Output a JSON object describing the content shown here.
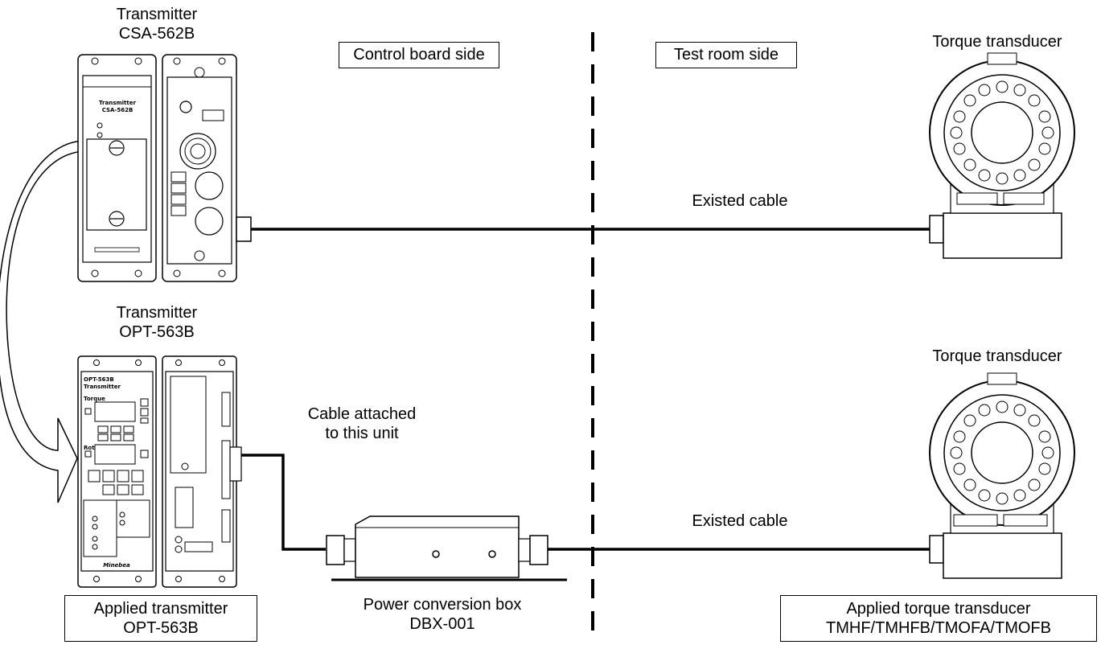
{
  "side_labels": {
    "control_board": "Control board side",
    "test_room": "Test room side"
  },
  "old_setup": {
    "transmitter_line1": "Transmitter",
    "transmitter_line2": "CSA-562B",
    "cable_label": "Existed cable",
    "transducer_label": "Torque transducer"
  },
  "new_setup": {
    "transmitter_line1": "Transmitter",
    "transmitter_line2": "OPT-563B",
    "attached_cable_line1": "Cable attached",
    "attached_cable_line2": "to this unit",
    "box_line1": "Power conversion box",
    "box_line2": "DBX-001",
    "cable_label": "Existed cable",
    "transducer_label": "Torque transducer"
  },
  "applied_boxes": {
    "transmitter_line1": "Applied transmitter",
    "transmitter_line2": "OPT-563B",
    "transducer_line1": "Applied torque transducer",
    "transducer_line2": "TMHF/TMHFB/TMOFA/TMOFB"
  },
  "panel_text": {
    "csa_front_title": "Transmitter",
    "csa_front_model": "CSA-562B",
    "opt_front_title": "OPT-563B",
    "opt_front_subtitle": "Transmitter",
    "opt_front_torque": "Torque",
    "opt_front_rotation": "Rotation",
    "opt_front_brand": "Minebea"
  }
}
